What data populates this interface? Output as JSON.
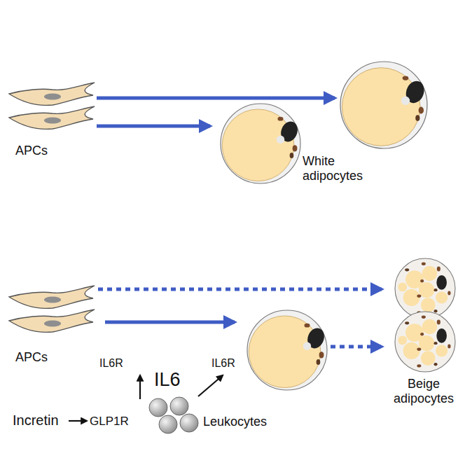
{
  "diagram": {
    "labels": [
      "APCs",
      "White adipocytes",
      "APCs",
      "IL6R",
      "IL6R",
      "IL6",
      "Incretin",
      "GLP1R",
      "Leukocytes",
      "Beige adipocytes"
    ]
  }
}
